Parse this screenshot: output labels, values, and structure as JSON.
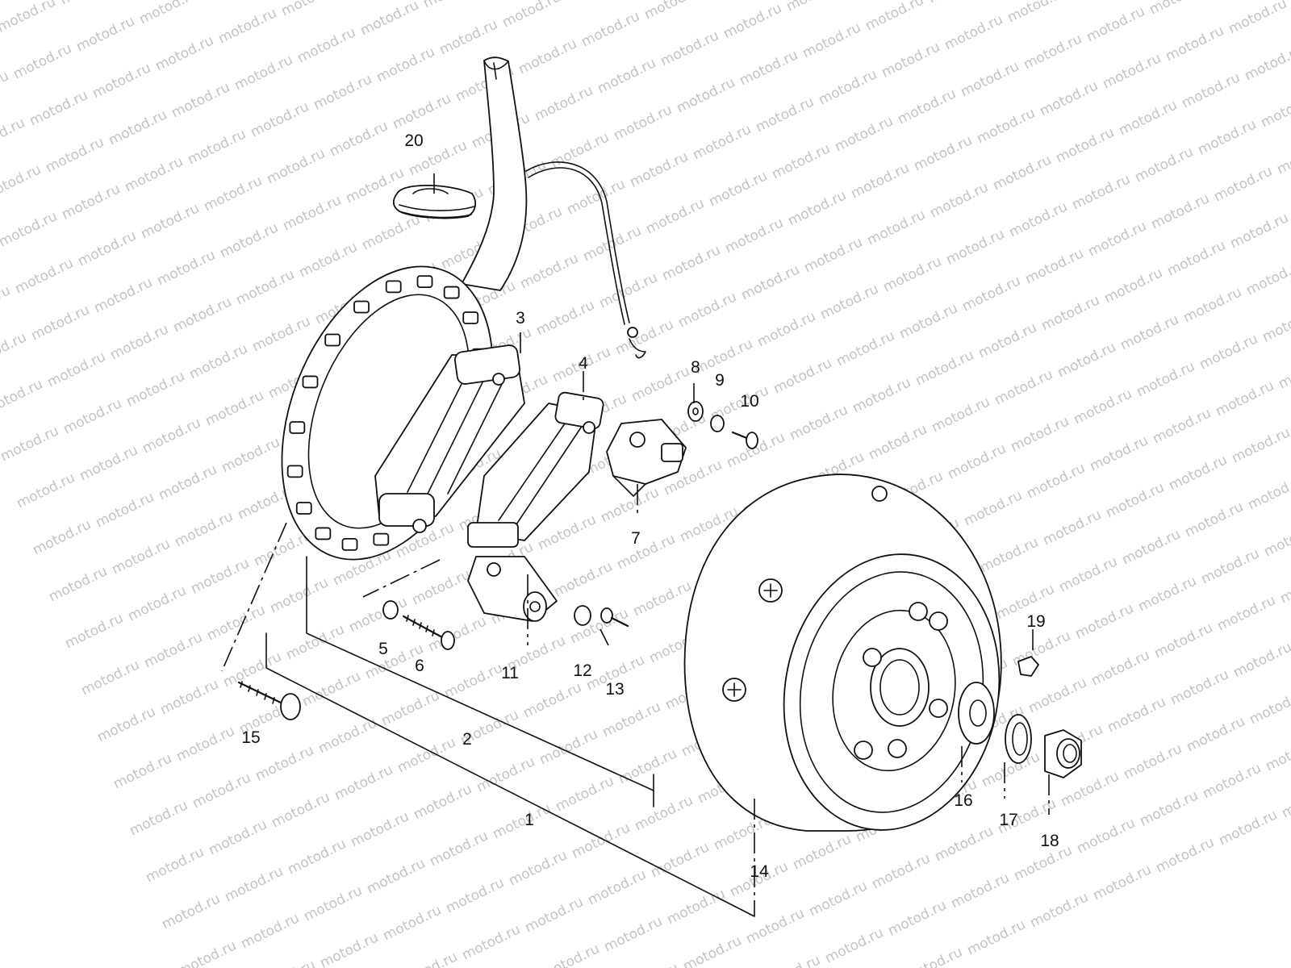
{
  "watermark": {
    "text": "motod.ru"
  },
  "callouts": [
    {
      "id": "1",
      "label": "1"
    },
    {
      "id": "2",
      "label": "2"
    },
    {
      "id": "3",
      "label": "3"
    },
    {
      "id": "4",
      "label": "4"
    },
    {
      "id": "5",
      "label": "5"
    },
    {
      "id": "6",
      "label": "6"
    },
    {
      "id": "7",
      "label": "7"
    },
    {
      "id": "8",
      "label": "8"
    },
    {
      "id": "9",
      "label": "9"
    },
    {
      "id": "10",
      "label": "10"
    },
    {
      "id": "11",
      "label": "11"
    },
    {
      "id": "12",
      "label": "12"
    },
    {
      "id": "13",
      "label": "13"
    },
    {
      "id": "14",
      "label": "14"
    },
    {
      "id": "15",
      "label": "15"
    },
    {
      "id": "16",
      "label": "16"
    },
    {
      "id": "17",
      "label": "17"
    },
    {
      "id": "18",
      "label": "18"
    },
    {
      "id": "19",
      "label": "19"
    },
    {
      "id": "20",
      "label": "20"
    }
  ],
  "colors": {
    "ink": "#111111",
    "paper": "#ffffff",
    "watermark": "#c4c4c4"
  }
}
